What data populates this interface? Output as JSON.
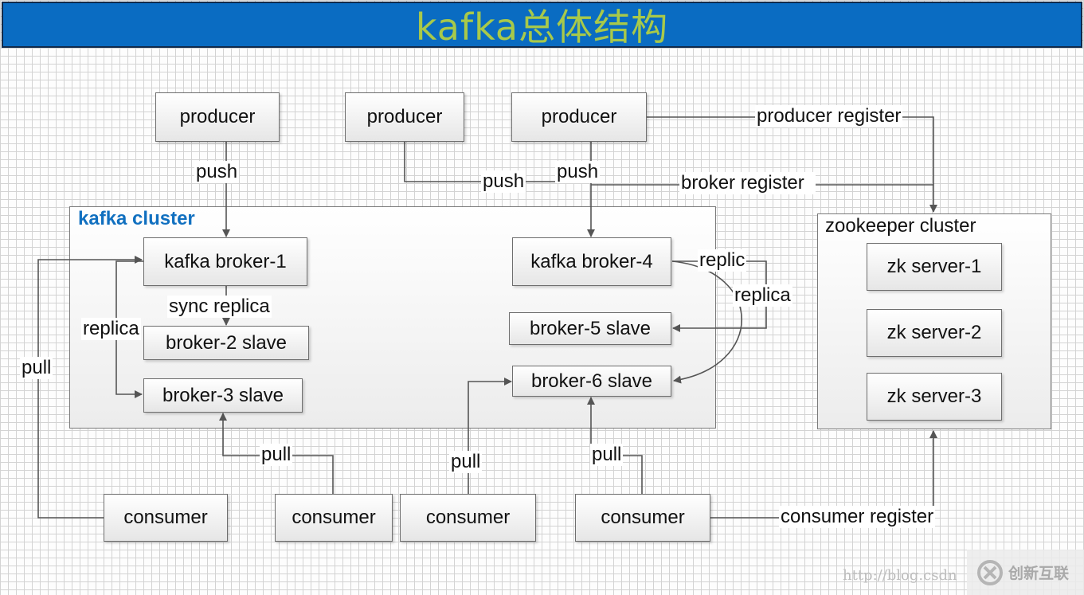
{
  "title": "kafka总体结构",
  "producers": [
    "producer",
    "producer",
    "producer"
  ],
  "kafka_cluster": {
    "title": "kafka cluster",
    "brokers": [
      "kafka broker-1",
      "broker-2 slave",
      "broker-3 slave",
      "kafka broker-4",
      "broker-5 slave",
      "broker-6 slave"
    ]
  },
  "zookeeper_cluster": {
    "title": "zookeeper cluster",
    "servers": [
      "zk server-1",
      "zk server-2",
      "zk server-3"
    ]
  },
  "consumers": [
    "consumer",
    "consumer",
    "consumer",
    "consumer"
  ],
  "edge_labels": {
    "push_1": "push",
    "push_2": "push",
    "push_3": "push",
    "producer_register": "producer register",
    "broker_register": "broker register",
    "sync_replica": "sync replica",
    "replica_left": "replica",
    "replic": "replic",
    "replica_right": "replica",
    "pull_1": "pull",
    "pull_2": "pull",
    "pull_3": "pull",
    "pull_4": "pull",
    "consumer_register": "consumer register"
  },
  "watermark": "http://blog.csdn",
  "logo": {
    "text": "创新互联",
    "icon": "logo-icon"
  },
  "colors": {
    "title_bar": "#0a6cc2",
    "title_text": "#a8c94a",
    "kafka_cluster_title": "#1170c0"
  }
}
